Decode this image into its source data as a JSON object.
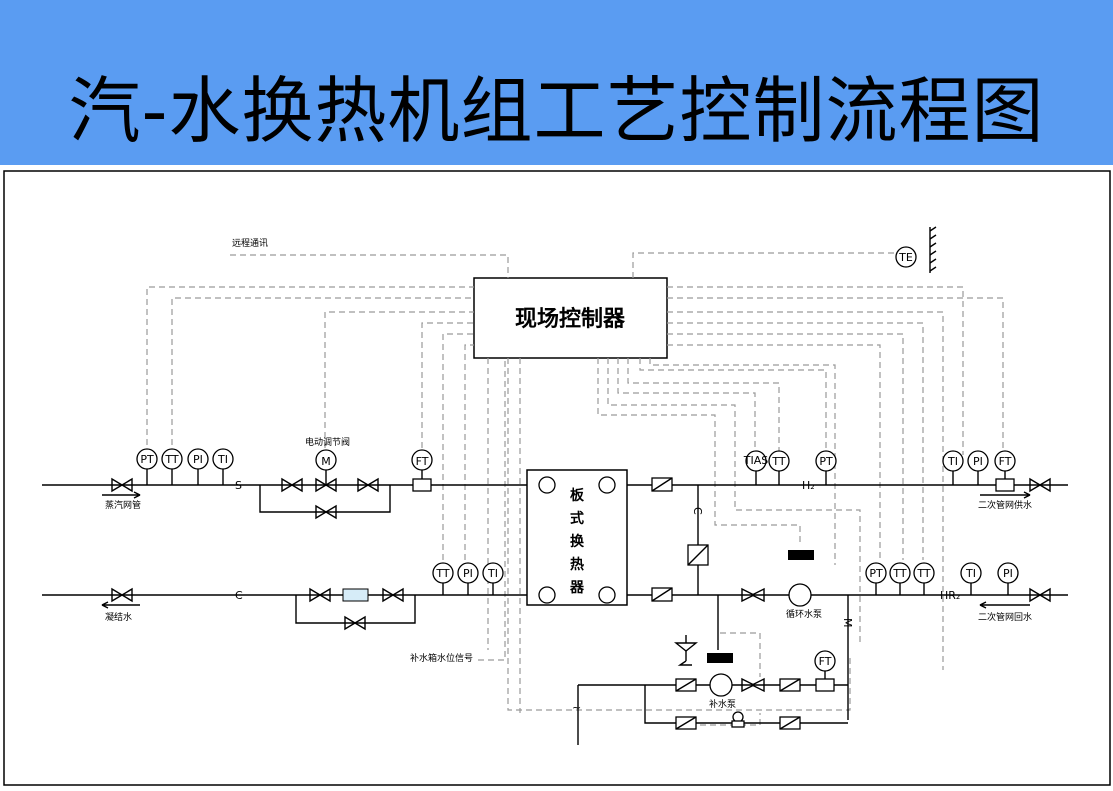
{
  "title": "汽-水换热机组工艺控制流程图",
  "controller": "现场控制器",
  "heat_exchanger": [
    "板",
    "式",
    "换",
    "热",
    "器"
  ],
  "labels": {
    "remote": "远程通讯",
    "valve_motor": "电动调节阀",
    "steam": "蒸汽网管",
    "condensate": "凝结水",
    "secondary_supply": "二次管网供水",
    "secondary_return": "二次管网回水",
    "circ_pump": "循环水泵",
    "makeup_pump": "补水泵",
    "tank_signal": "补水箱水位信号",
    "s": "S",
    "c": "C",
    "h2": "H₂",
    "hr2": "HR₂",
    "c_vert": "C",
    "m_vert": "M"
  },
  "instruments": {
    "steam": [
      "PT",
      "TT",
      "PI",
      "TI"
    ],
    "motor": "M",
    "flow_top": "FT",
    "mid_bottom": [
      "TT",
      "PI",
      "TI"
    ],
    "supply": [
      "TIAS",
      "TT",
      "PT"
    ],
    "supply_right": [
      "TI",
      "PI",
      "FT"
    ],
    "return_mid": [
      "PT",
      "TT",
      "TT"
    ],
    "return_right": [
      "TI",
      "PI"
    ],
    "makeup_ft": "FT",
    "te": "TE"
  }
}
